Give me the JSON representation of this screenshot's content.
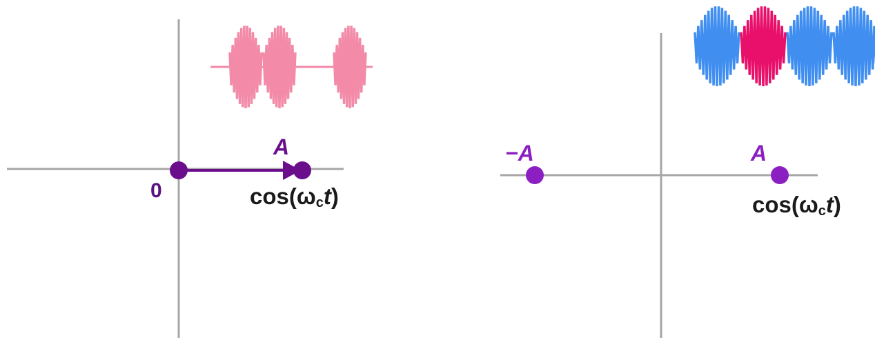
{
  "colors": {
    "axis": "#a6a6a6",
    "point_left": "#6a0e8c",
    "point_right": "#8b1fc2",
    "wave_pink": "#f28aa8",
    "wave_blue": "#3f8ef0",
    "wave_magenta": "#e8106a"
  },
  "left": {
    "origin_label": "0",
    "point_label": "A",
    "axis_label": {
      "prefix": "cos(",
      "omega": "ω",
      "subscript": "c",
      "var": "t",
      "suffix": ")"
    },
    "waveform": {
      "description_icon": "ook-waveform-icon",
      "bursts": [
        1,
        1,
        0,
        1
      ]
    }
  },
  "right": {
    "neg_label": "−A",
    "pos_label": "A",
    "axis_label": {
      "prefix": "cos(",
      "omega": "ω",
      "subscript": "c",
      "var": "t",
      "suffix": ")"
    },
    "waveform": {
      "description_icon": "bpsk-waveform-icon",
      "bursts": [
        "blue",
        "magenta",
        "blue",
        "blue"
      ]
    }
  }
}
